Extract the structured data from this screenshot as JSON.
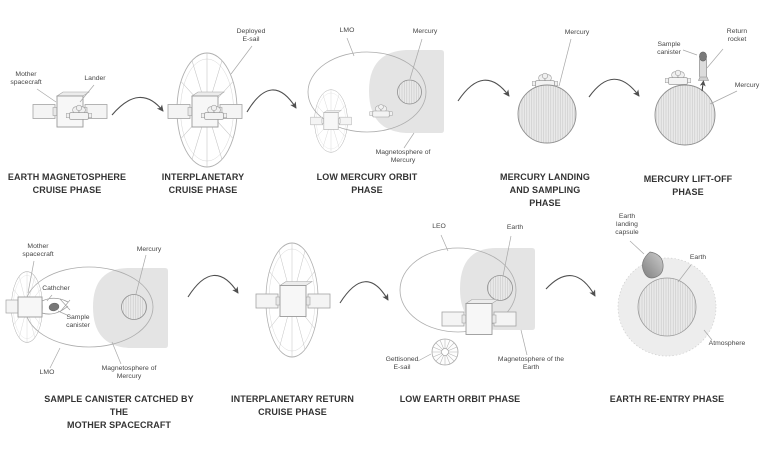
{
  "phases": [
    {
      "name": "earth-magnetosphere-cruise-phase",
      "title": "EARTH MAGNETOSPHERE\nCRUISE PHASE",
      "labels": {
        "mother_spacecraft": "Mother\nspacecraft",
        "lander": "Lander"
      }
    },
    {
      "name": "interplanetary-cruise-phase",
      "title": "INTERPLANETARY\nCRUISE PHASE",
      "labels": {
        "deployed_esail": "Deployed\nE-sail"
      }
    },
    {
      "name": "low-mercury-orbit-phase",
      "title": "LOW MERCURY ORBIT\nPHASE",
      "labels": {
        "lmo": "LMO",
        "mercury": "Mercury",
        "magnetosphere_of_mercury": "Magnetosphere of\nMercury"
      }
    },
    {
      "name": "mercury-landing-and-sampling-phase",
      "title": "MERCURY LANDING\nAND SAMPLING PHASE",
      "labels": {
        "mercury": "Mercury"
      }
    },
    {
      "name": "mercury-lift-off-phase",
      "title": "MERCURY LIFT-OFF\nPHASE",
      "labels": {
        "sample_canister": "Sample\ncanister",
        "return_rocket": "Return\nrocket",
        "mercury": "Mercury"
      }
    },
    {
      "name": "sample-canister-catched-phase",
      "title": "SAMPLE CANISTER CATCHED BY THE\nMOTHER SPACECRAFT",
      "labels": {
        "mother_spacecraft": "Mother\nspacecraft",
        "mercury": "Mercury",
        "cathcher": "Cathcher",
        "sample_canister": "Sample\ncanister",
        "lmo": "LMO",
        "magnetosphere_of_mercury": "Magnetosphere of\nMercury"
      }
    },
    {
      "name": "interplanetary-return-cruise-phase",
      "title": "INTERPLANETARY RETURN\nCRUISE PHASE",
      "labels": {}
    },
    {
      "name": "low-earth-orbit-phase",
      "title": "LOW EARTH ORBIT PHASE",
      "labels": {
        "leo": "LEO",
        "earth": "Earth",
        "gettisoned_esail": "Gettisoned\nE-sail",
        "magnetosphere_of_the_earth": "Magnetosphere of the\nEarth"
      }
    },
    {
      "name": "earth-re-entry-phase",
      "title": "EARTH RE-ENTRY PHASE",
      "labels": {
        "earth_landing_capsule": "Earth\nlanding\ncapsule",
        "earth": "Earth",
        "atmosphere": "Atmosphere"
      }
    }
  ],
  "colors": {
    "background": "#ffffff",
    "magnetosphere_fill": "#e4e4e4",
    "planet_fill": "#eaeaea",
    "outline_gray": "#9c9c9c",
    "label_text": "#474747",
    "title_text": "#333333",
    "arrow": "#4f4f4f",
    "capsule_dark": "#7f7f7f"
  }
}
